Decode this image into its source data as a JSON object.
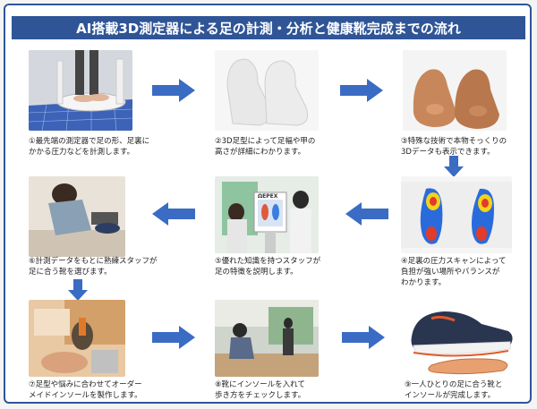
{
  "title": "AI搭載3D測定器による足の計測・分析と健康靴完成までの流れ",
  "steps": [
    {
      "caption": "①最先端の測定器で足の形、足裏に\nかかる圧力などを計測します。"
    },
    {
      "caption": "②3D足型によって足幅や甲の\n高さが詳細にわかります。"
    },
    {
      "caption": "③特殊な技術で本物そっくりの\n3Dデータも表示できます。"
    },
    {
      "caption": "④足裏の圧力スキャンによって\n負担が強い場所やバランスが\nわかります。"
    },
    {
      "caption": "⑤優れた知識を持つスタッフが\n足の特徴を説明します。"
    },
    {
      "caption": "⑥計測データをもとに熟練スタッフが\n足に合う靴を選びます。"
    },
    {
      "caption": "⑦足型や悩みに合わせてオーダー\nメイドインソールを製作します。"
    },
    {
      "caption": "⑧靴にインソールを入れて\n歩き方をチェックします。"
    },
    {
      "caption": "⑨一人ひとりの足に合う靴と\nインソールが完成します。"
    }
  ],
  "photos": {
    "kiosk_brand": "ΩEPEX"
  },
  "colors": {
    "banner": "#2f5597",
    "arrow": "#3a6cc4"
  }
}
